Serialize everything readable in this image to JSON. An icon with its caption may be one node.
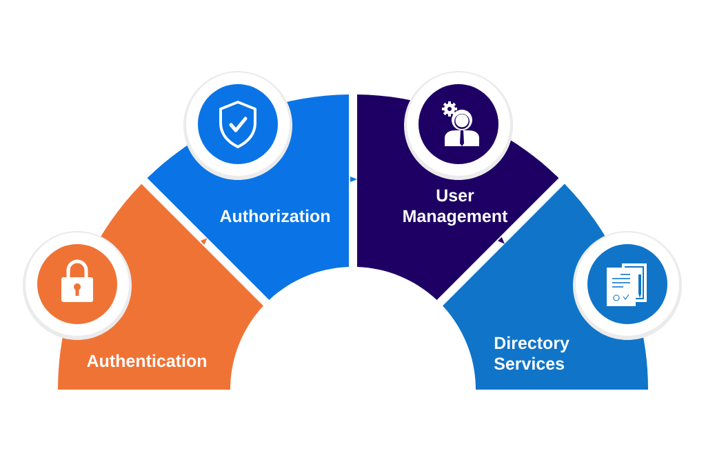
{
  "diagram": {
    "nodes": [
      {
        "text": [
          "Authentication"
        ]
      },
      {
        "text": [
          "Authorization"
        ]
      },
      {
        "text": [
          "User Management"
        ]
      },
      {
        "text": [
          "Directory Services"
        ]
      }
    ],
    "edges": [
      {
        "from": 0,
        "to": 1,
        "arrow": "to",
        "color": "#f07336"
      },
      {
        "from": 1,
        "to": 2,
        "arrow": "to",
        "color": "#0a74e6"
      },
      {
        "from": 2,
        "to": 3,
        "arrow": "to",
        "color": "#1e0064"
      }
    ]
  }
}
